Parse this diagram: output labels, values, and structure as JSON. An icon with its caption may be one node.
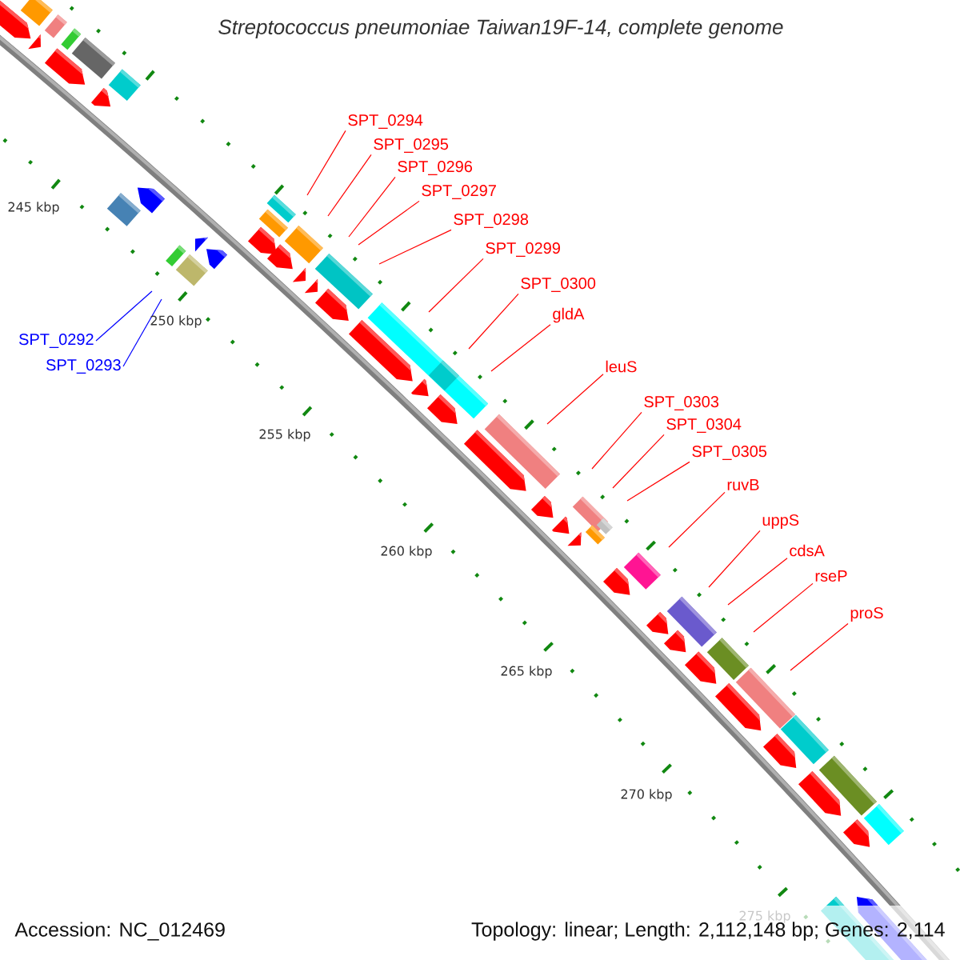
{
  "diagram": {
    "title": "Streptococcus pneumoniae Taiwan19F-14, complete genome",
    "nodes": [
      {
        "text": [
          "SPT_0292"
        ]
      },
      {
        "text": [
          "SPT_0293"
        ]
      },
      {
        "text": [
          "SPT_0294"
        ]
      },
      {
        "text": [
          "SPT_0295"
        ]
      },
      {
        "text": [
          "SPT_0296"
        ]
      },
      {
        "text": [
          "SPT_0297"
        ]
      },
      {
        "text": [
          "SPT_0298"
        ]
      },
      {
        "text": [
          "SPT_0299"
        ]
      },
      {
        "text": [
          "SPT_0300"
        ]
      },
      {
        "text": [
          "gldA"
        ]
      },
      {
        "text": [
          "leuS"
        ]
      },
      {
        "text": [
          "SPT_0303"
        ]
      },
      {
        "text": [
          "SPT_0304"
        ]
      },
      {
        "text": [
          "SPT_0305"
        ]
      },
      {
        "text": [
          "ruvB"
        ]
      },
      {
        "text": [
          "uppS"
        ]
      },
      {
        "text": [
          "cdsA"
        ]
      },
      {
        "text": [
          "rseP"
        ]
      },
      {
        "text": [
          "proS"
        ]
      }
    ],
    "edges": [
      {
        "from": 0,
        "to": null,
        "arrow": "none",
        "color": "#0000ff"
      },
      {
        "from": 1,
        "to": null,
        "arrow": "none",
        "color": "#0000ff"
      },
      {
        "from": 2,
        "to": null,
        "arrow": "none"
      },
      {
        "from": 3,
        "to": null,
        "arrow": "none"
      },
      {
        "from": 4,
        "to": null,
        "arrow": "none"
      },
      {
        "from": 5,
        "to": null,
        "arrow": "none"
      },
      {
        "from": 6,
        "to": null,
        "arrow": "none"
      },
      {
        "from": 7,
        "to": null,
        "arrow": "none"
      },
      {
        "from": 8,
        "to": null,
        "arrow": "none"
      },
      {
        "from": 9,
        "to": null,
        "arrow": "none"
      },
      {
        "from": 10,
        "to": null,
        "arrow": "none"
      },
      {
        "from": 11,
        "to": null,
        "arrow": "none"
      },
      {
        "from": 12,
        "to": null,
        "arrow": "none"
      },
      {
        "from": 13,
        "to": null,
        "arrow": "none"
      },
      {
        "from": 14,
        "to": null,
        "arrow": "none"
      },
      {
        "from": 15,
        "to": null,
        "arrow": "none"
      },
      {
        "from": 16,
        "to": null,
        "arrow": "none"
      },
      {
        "from": 17,
        "to": null,
        "arrow": "none"
      },
      {
        "from": 18,
        "to": null,
        "arrow": "none"
      }
    ],
    "labels": [
      "245 kbp",
      "250 kbp",
      "255 kbp",
      "260 kbp",
      "265 kbp",
      "270 kbp",
      "275 kbp",
      "Accession: NC_012469",
      "Topology: linear; Length: 2,112,148 bp; Genes: 2,114"
    ]
  }
}
